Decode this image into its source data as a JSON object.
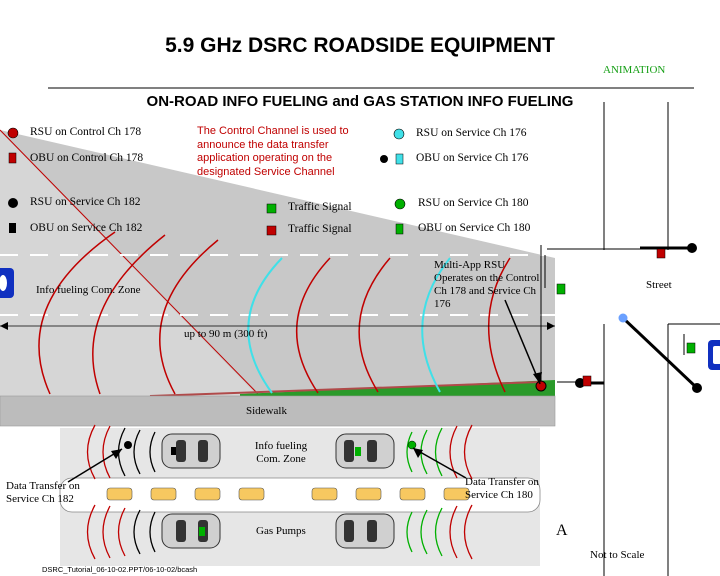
{
  "title": "5.9 GHz DSRC ROADSIDE EQUIPMENT",
  "animation_label": "ANIMATION",
  "subtitle": "ON-ROAD INFO FUELING  and GAS  STATION INFO FUELING",
  "legend": {
    "rsu_ch178": "RSU on Control Ch 178",
    "obu_ch178": "OBU on Control Ch 178",
    "rsu_ch182": "RSU on Service Ch 182",
    "obu_ch182": "OBU on Service Ch 182",
    "rsu_ch176": "RSU on Service Ch 176",
    "obu_ch176": "OBU on Service Ch 176",
    "signal_green": "Traffic Signal",
    "signal_red": "Traffic Signal",
    "rsu_ch180": "RSU on Service Ch 180",
    "obu_ch180": "OBU on Service Ch 180"
  },
  "control_note": "The Control Channel  is used to announce the data transfer application operating on the designated Service Channel",
  "multi_app_note": "Multi-App RSU Operates on the Control Ch 178 and Service Ch 176",
  "info_zone_label": "Info fueling Com. Zone",
  "street_label": "Street",
  "range_label": "up to 90 m (300 ft)",
  "sidewalk_label": "Sidewalk",
  "station_zone_label": "Info fueling Com. Zone",
  "data_transfer_182": "Data Transfer on Service Ch 182",
  "data_transfer_180": "Data Transfer on Service Ch 180",
  "gas_pumps_label": "Gas Pumps",
  "point_label": "A",
  "scale_label": "Not to Scale",
  "footer": "DSRC_Tutorial_06-10-02.PPT/06-10-02/bcash",
  "colors": {
    "control_red": "#c00000",
    "service_176_cyan": "#40e0e8",
    "service_180_green": "#00b000",
    "service_182_black": "#000000",
    "road_gray": "#c8c8c8",
    "animation_green": "#18a018",
    "obu_blue": "#1030c0"
  }
}
